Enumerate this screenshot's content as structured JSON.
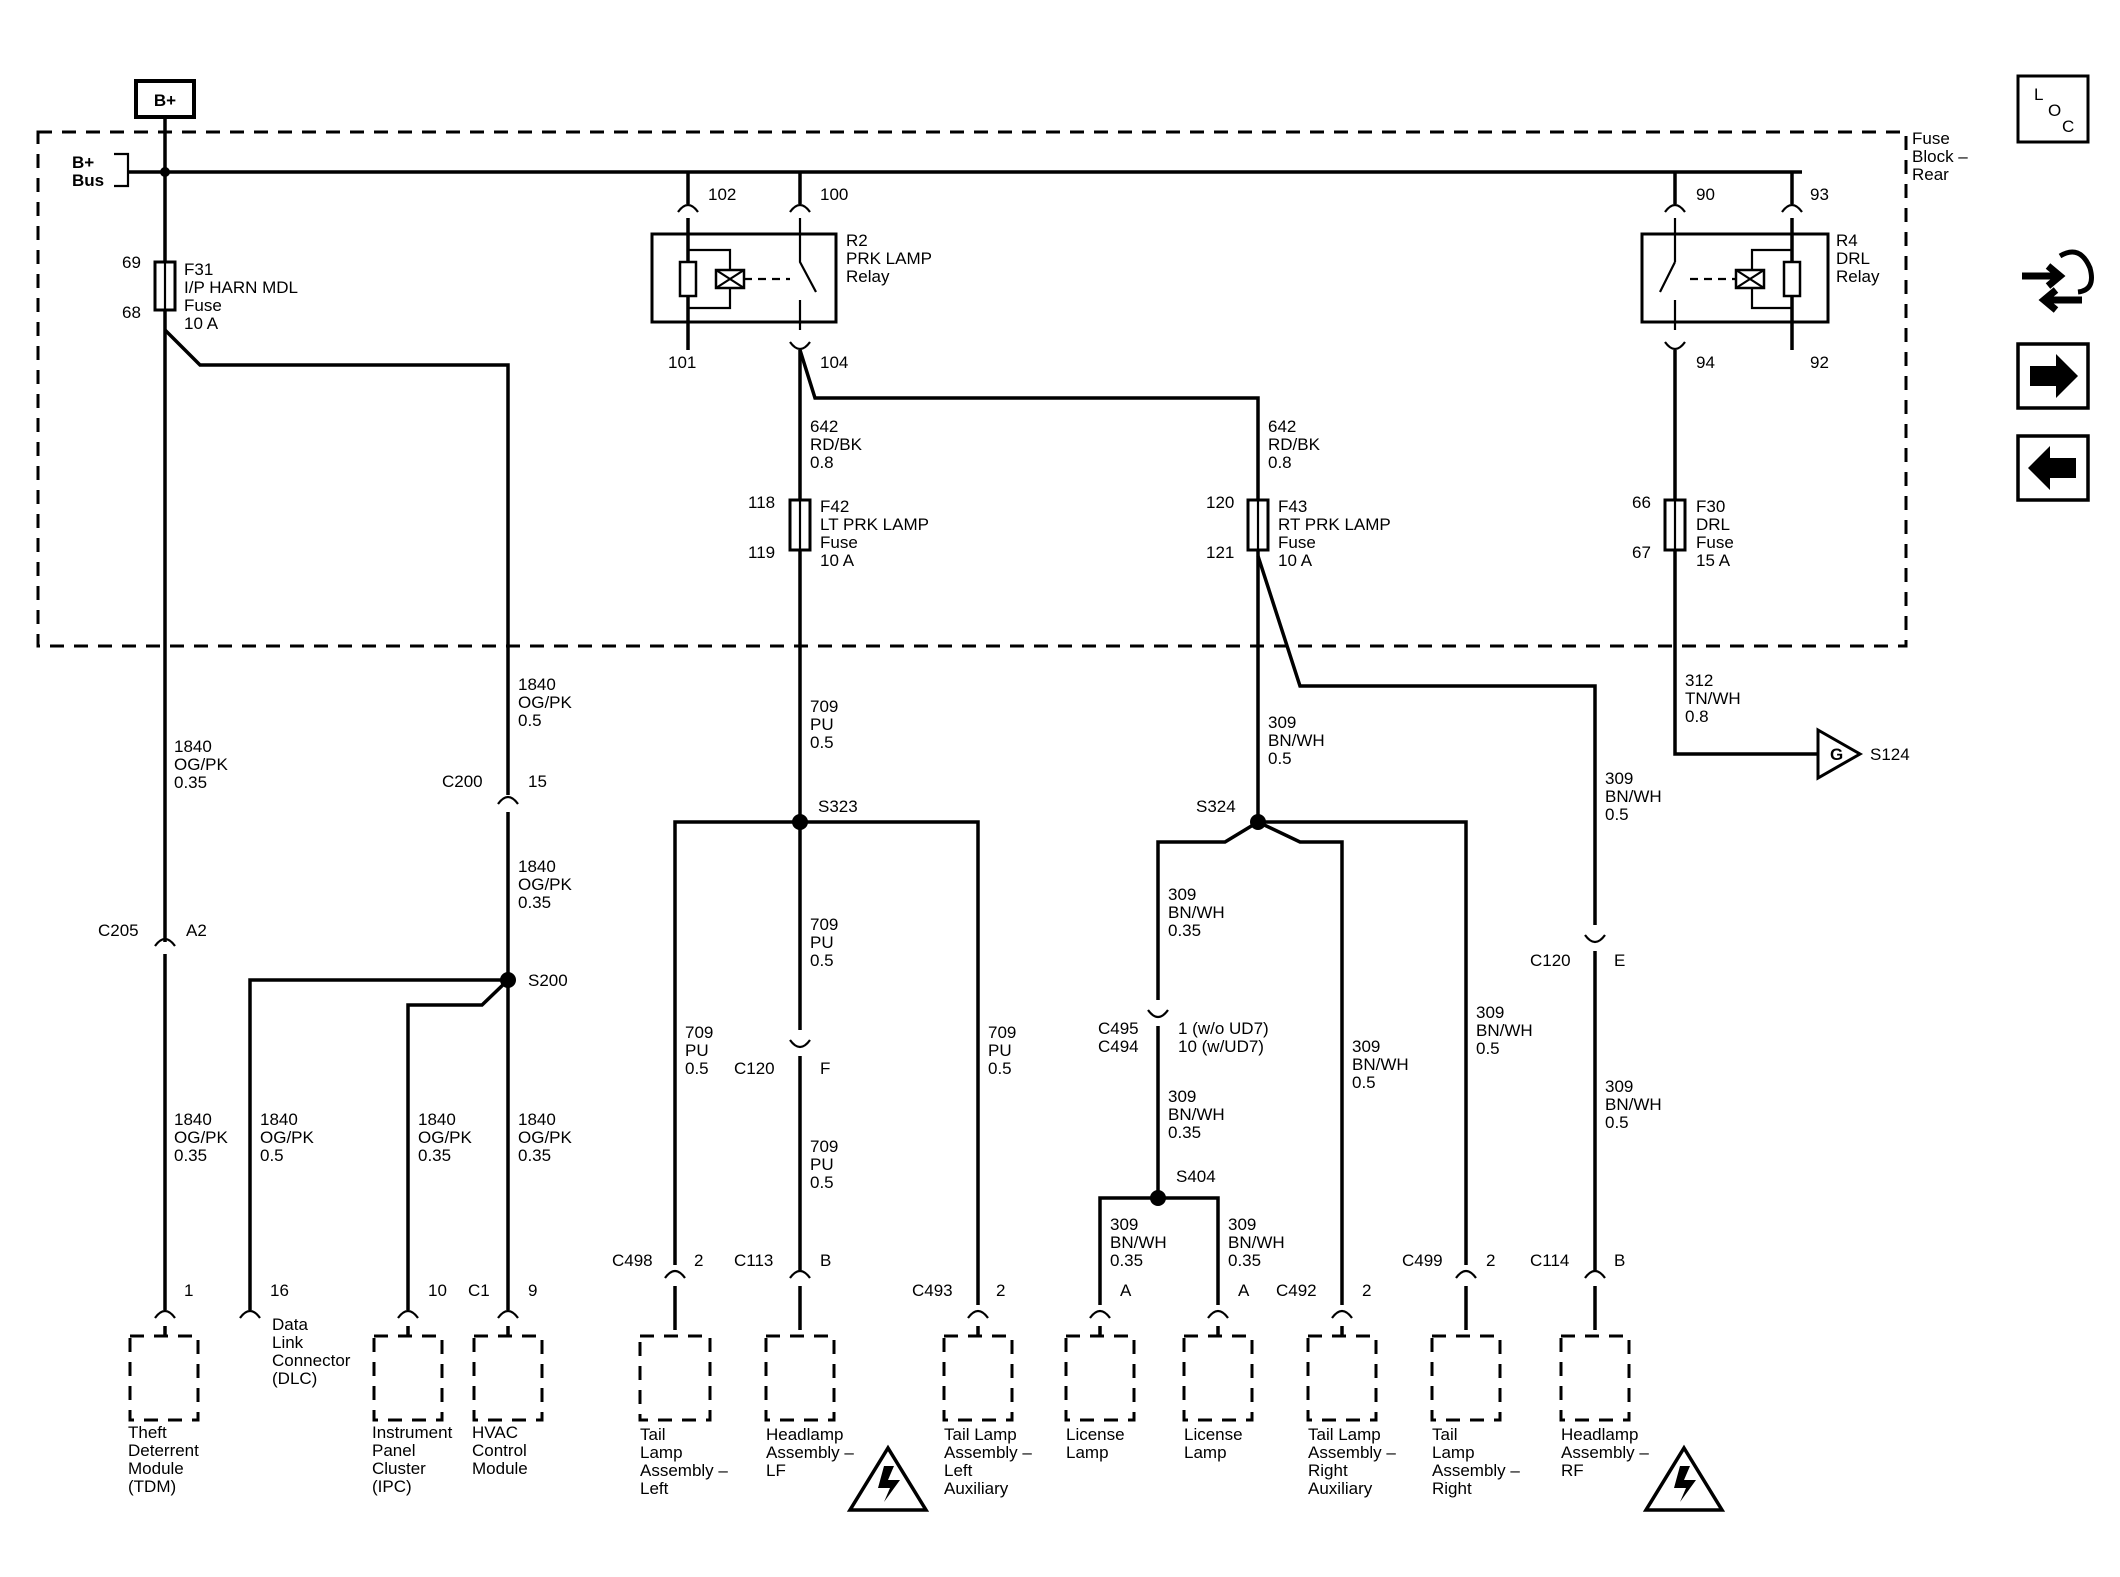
{
  "power": {
    "source": "B+",
    "bus": "B+\nBus"
  },
  "fuse_block": {
    "label": "Fuse\nBlock –\nRear"
  },
  "loc_icon": {
    "text_l": "L",
    "text_o": "O",
    "text_c": "C"
  },
  "fuses": [
    {
      "pin_in": "69",
      "pin_out": "68",
      "label": "F31\nI/P HARN MDL\nFuse\n10 A"
    },
    {
      "pin_in": "118",
      "pin_out": "119",
      "label": "F42\nLT PRK LAMP\nFuse\n10 A"
    },
    {
      "pin_in": "120",
      "pin_out": "121",
      "label": "F43\nRT PRK LAMP\nFuse\n10 A"
    },
    {
      "pin_in": "66",
      "pin_out": "67",
      "label": "F30\nDRL\nFuse\n15 A"
    }
  ],
  "relays": [
    {
      "label": "R2\nPRK LAMP\nRelay",
      "pins": [
        "102",
        "100",
        "101",
        "104"
      ]
    },
    {
      "label": "R4\nDRL\nRelay",
      "pins": [
        "90",
        "93",
        "94",
        "92"
      ]
    }
  ],
  "wires": {
    "w_642_a": "642\nRD/BK\n0.8",
    "w_642_b": "642\nRD/BK\n0.8",
    "w_1840_top": "1840\nOG/PK\n0.5",
    "w_1840_left": "1840\nOG/PK\n0.35",
    "w_1840_mid": "1840\nOG/PK\n0.35",
    "w_1840_tdm": "1840\nOG/PK\n0.35",
    "w_1840_dlc": "1840\nOG/PK\n0.5",
    "w_1840_ipc": "1840\nOG/PK\n0.35",
    "w_1840_hvac": "1840\nOG/PK\n0.35",
    "w_709_top": "709\nPU\n0.5",
    "w_709_mid": "709\nPU\n0.5",
    "w_709_left": "709\nPU\n0.5",
    "w_709_right": "709\nPU\n0.5",
    "w_709_bot": "709\nPU\n0.5",
    "w_309_top": "309\nBN/WH\n0.5",
    "w_309_rf_top": "309\nBN/WH\n0.5",
    "w_309_rf_bot": "309\nBN/WH\n0.5",
    "w_309_c495_top": "309\nBN/WH\n0.35",
    "w_309_c495_bot": "309\nBN/WH\n0.35",
    "w_309_lic_l": "309\nBN/WH\n0.35",
    "w_309_lic_r": "309\nBN/WH\n0.35",
    "w_309_rt_aux": "309\nBN/WH\n0.5",
    "w_309_rt": "309\nBN/WH\n0.5",
    "w_312": "312\nTN/WH\n0.8"
  },
  "splices": {
    "s323": "S323",
    "s324": "S324",
    "s200": "S200",
    "s404": "S404"
  },
  "connectors": {
    "c200": "C200",
    "c200_pin": "15",
    "c205": "C205",
    "c205_pin": "A2",
    "c120_f": "C120",
    "c120_f_pin": "F",
    "c120_e": "C120",
    "c120_e_pin": "E",
    "c495": "C495\nC494",
    "c495_pin": "1 (w/o UD7)\n10 (w/UD7)",
    "c498": "C498",
    "c498_pin": "2",
    "c113": "C113",
    "c113_pin": "B",
    "c493": "C493",
    "c493_pin": "2",
    "c492": "C492",
    "c492_pin": "2",
    "c499": "C499",
    "c499_pin": "2",
    "c114": "C114",
    "c114_pin": "B",
    "lic_l_pin": "A",
    "lic_r_pin": "A",
    "tdm_pin": "1",
    "dlc_pin": "16",
    "ipc_pin": "10",
    "hvac_conn": "C1",
    "hvac_pin": "9"
  },
  "ground": {
    "marker": "G",
    "label": "S124"
  },
  "components": {
    "tdm": "Theft\nDeterrent\nModule\n(TDM)",
    "dlc": "Data\nLink\nConnector\n(DLC)",
    "ipc": "Instrument\nPanel\nCluster\n(IPC)",
    "hvac": "HVAC\nControl\nModule",
    "tail_left": "Tail\nLamp\nAssembly –\nLeft",
    "head_lf": "Headlamp\nAssembly –\nLF",
    "tail_left_aux": "Tail Lamp\nAssembly –\nLeft\nAuxiliary",
    "lic_1": "License\nLamp",
    "lic_2": "License\nLamp",
    "tail_right_aux": "Tail Lamp\nAssembly –\nRight\nAuxiliary",
    "tail_right": "Tail\nLamp\nAssembly –\nRight",
    "head_rf": "Headlamp\nAssembly –\nRF"
  },
  "icons": [
    "loc-icon",
    "schematic-nav-icon",
    "arrow-right-icon",
    "arrow-left-icon",
    "esd-warning-icon"
  ]
}
